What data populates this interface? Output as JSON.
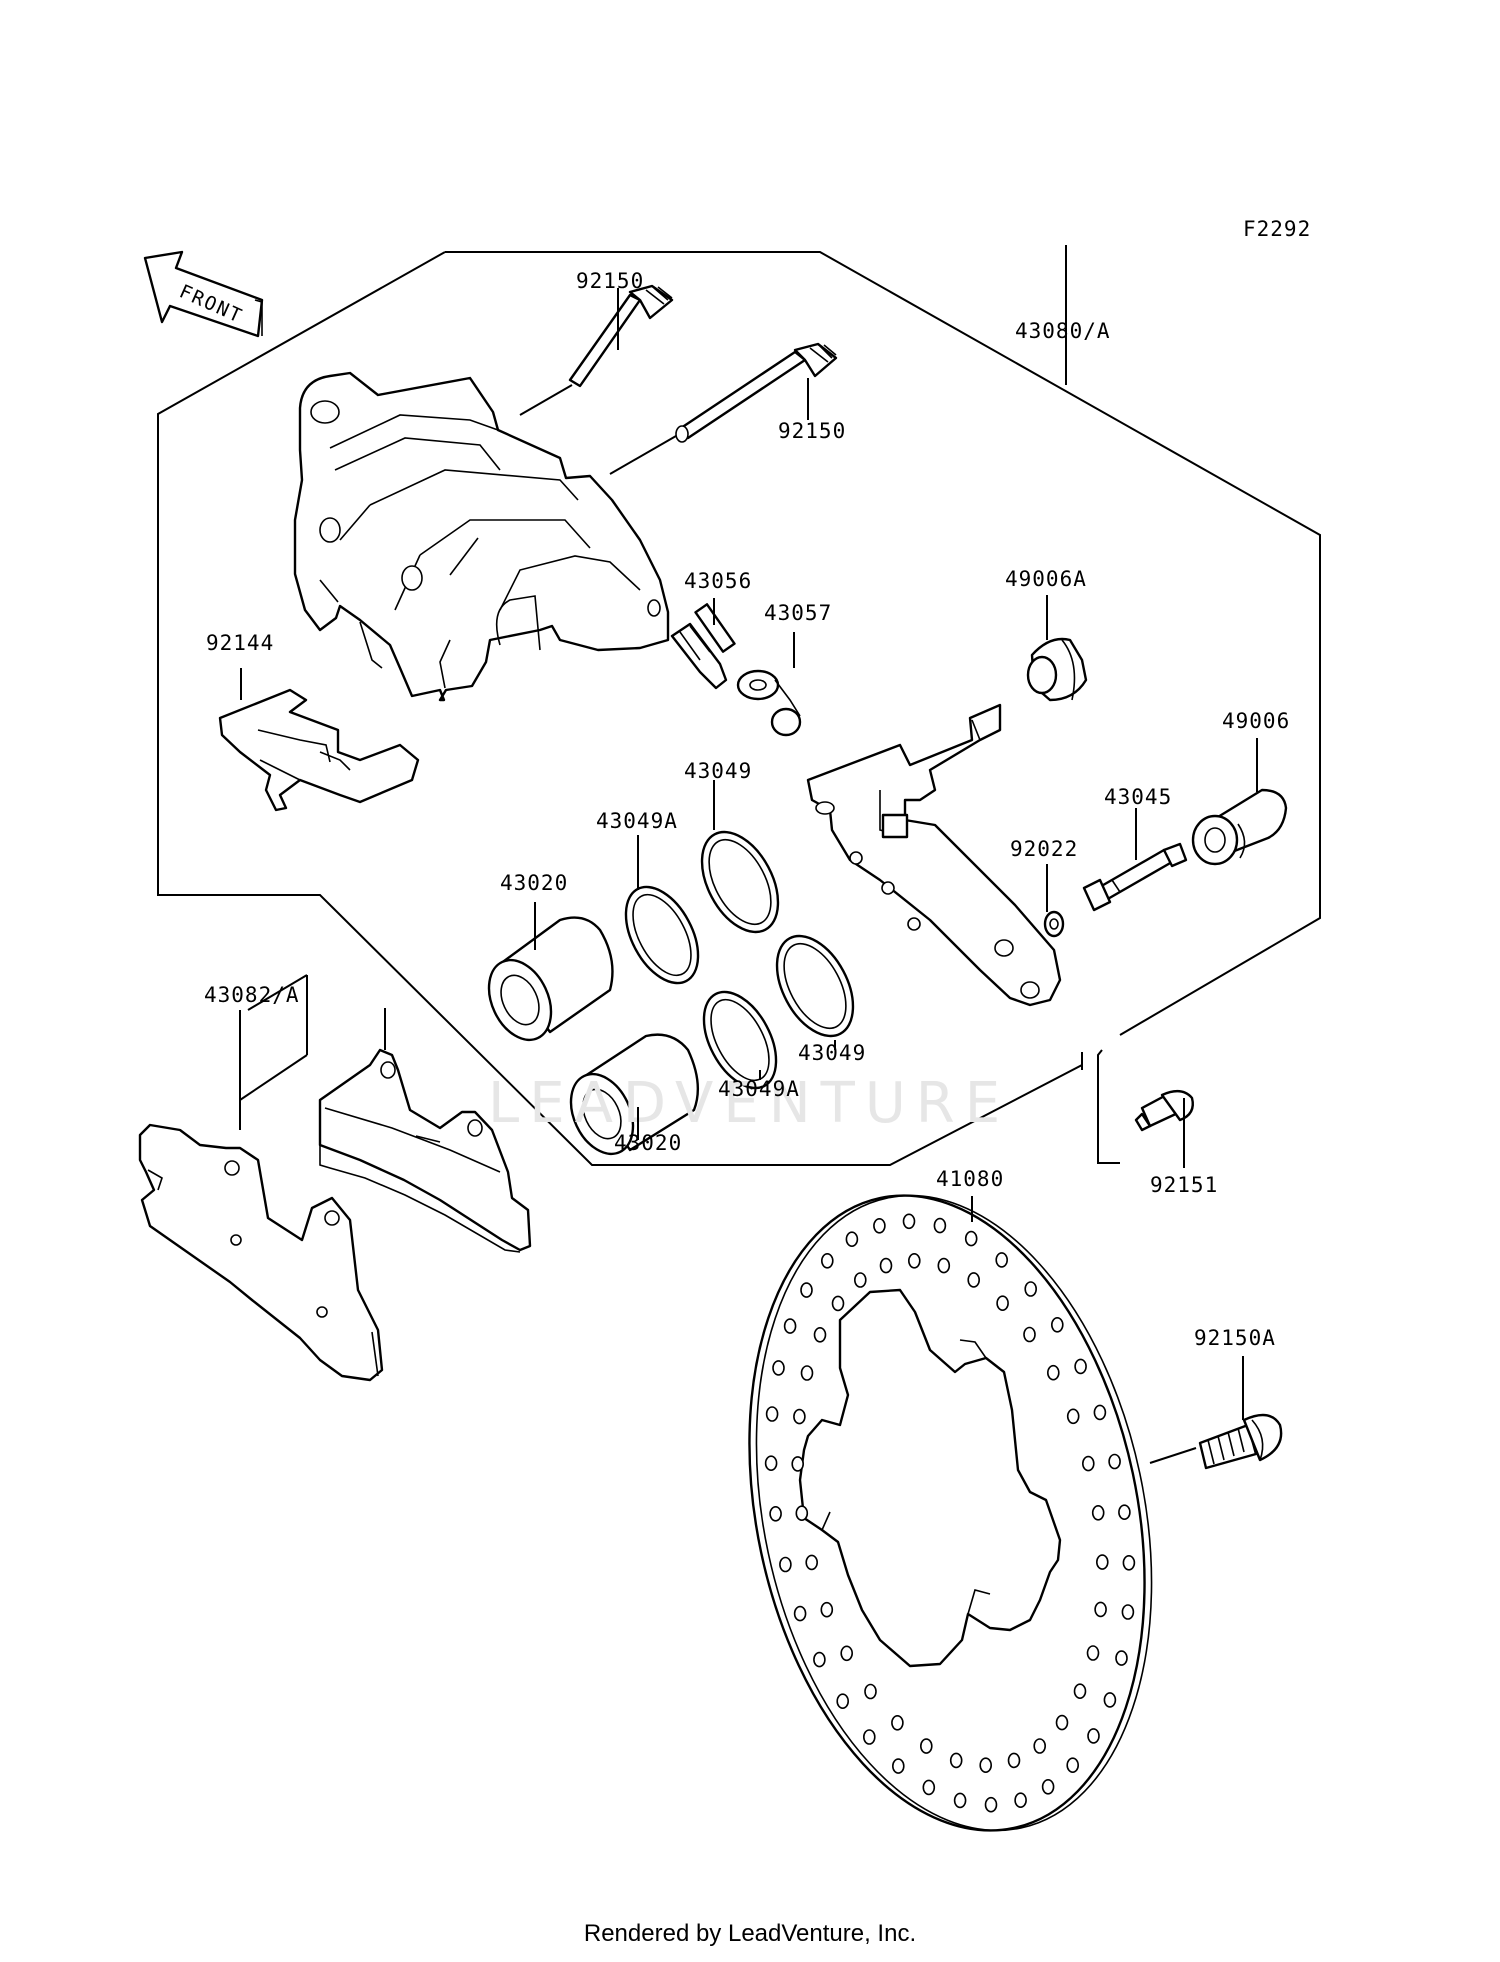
{
  "figure_id": "F2292",
  "front_label": "FRONT",
  "watermark": "LEADVENTURE",
  "footer": "Rendered by LeadVenture, Inc.",
  "parts": [
    {
      "key": "p92150a",
      "number": "92150"
    },
    {
      "key": "p92150b",
      "number": "92150"
    },
    {
      "key": "p43080",
      "number": "43080/A"
    },
    {
      "key": "p43056",
      "number": "43056"
    },
    {
      "key": "p43057",
      "number": "43057"
    },
    {
      "key": "p49006a",
      "number": "49006A"
    },
    {
      "key": "p92144",
      "number": "92144"
    },
    {
      "key": "p49006",
      "number": "49006"
    },
    {
      "key": "p43049a",
      "number": "43049"
    },
    {
      "key": "p43045",
      "number": "43045"
    },
    {
      "key": "p43049Aa",
      "number": "43049A"
    },
    {
      "key": "p92022",
      "number": "92022"
    },
    {
      "key": "p43020a",
      "number": "43020"
    },
    {
      "key": "p43082",
      "number": "43082/A"
    },
    {
      "key": "p43049b",
      "number": "43049"
    },
    {
      "key": "p43049Ab",
      "number": "43049A"
    },
    {
      "key": "p43020b",
      "number": "43020"
    },
    {
      "key": "p92151",
      "number": "92151"
    },
    {
      "key": "p41080",
      "number": "41080"
    },
    {
      "key": "p92150A",
      "number": "92150A"
    }
  ]
}
